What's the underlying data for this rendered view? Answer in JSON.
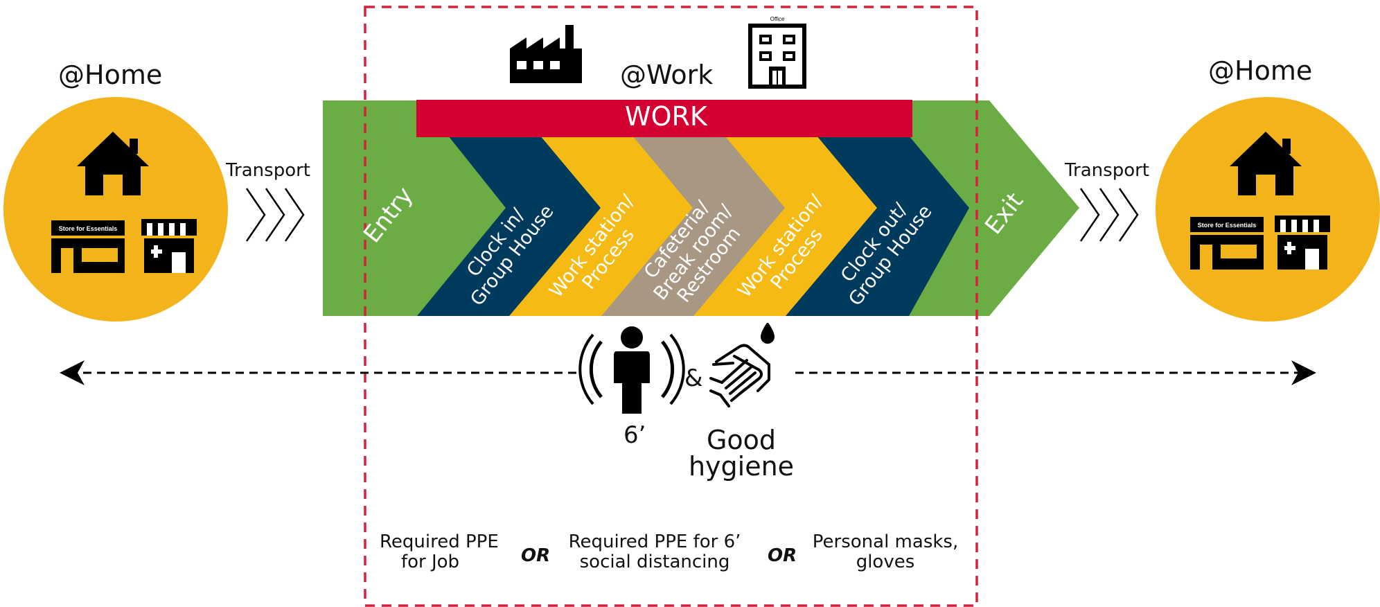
{
  "colors": {
    "gold": "#F3B41B",
    "green": "#6CAC44",
    "red": "#D40032",
    "navy": "#003A5D",
    "yellow": "#F5BB14",
    "taupe": "#A89883",
    "dash_red": "#D6213A",
    "icon": "#000000"
  },
  "left": {
    "title": "@Home",
    "store_sign": "Store for Essentials",
    "transport": "Transport",
    "icons": [
      "house-icon",
      "store-icon",
      "pharmacy-icon"
    ]
  },
  "right": {
    "title": "@Home",
    "store_sign": "Store for Essentials",
    "transport": "Transport",
    "icons": [
      "house-icon",
      "store-icon",
      "pharmacy-icon"
    ]
  },
  "work": {
    "title": "@Work",
    "banner": "WORK",
    "office_sign": "Office",
    "icons": [
      "factory-icon",
      "office-building-icon"
    ],
    "stages": [
      {
        "label": "Entry"
      },
      {
        "label": "Clock in/\nGroup House"
      },
      {
        "label": "Work station/\nProcess"
      },
      {
        "label": "Cafeteria/\nBreak room/\nRestroom"
      },
      {
        "label": "Work station/\nProcess"
      },
      {
        "label": "Clock out/\nGroup House"
      },
      {
        "label": "Exit"
      }
    ]
  },
  "guidance": {
    "distance": "6’",
    "ampersand": "&",
    "hygiene": "Good\nhygiene",
    "icons": [
      "social-distance-icon",
      "hand-washing-icon"
    ]
  },
  "ppe": {
    "options": [
      "Required PPE\nfor Job",
      "Required PPE for 6’\nsocial distancing",
      "Personal masks,\ngloves"
    ],
    "or_label": "OR"
  }
}
